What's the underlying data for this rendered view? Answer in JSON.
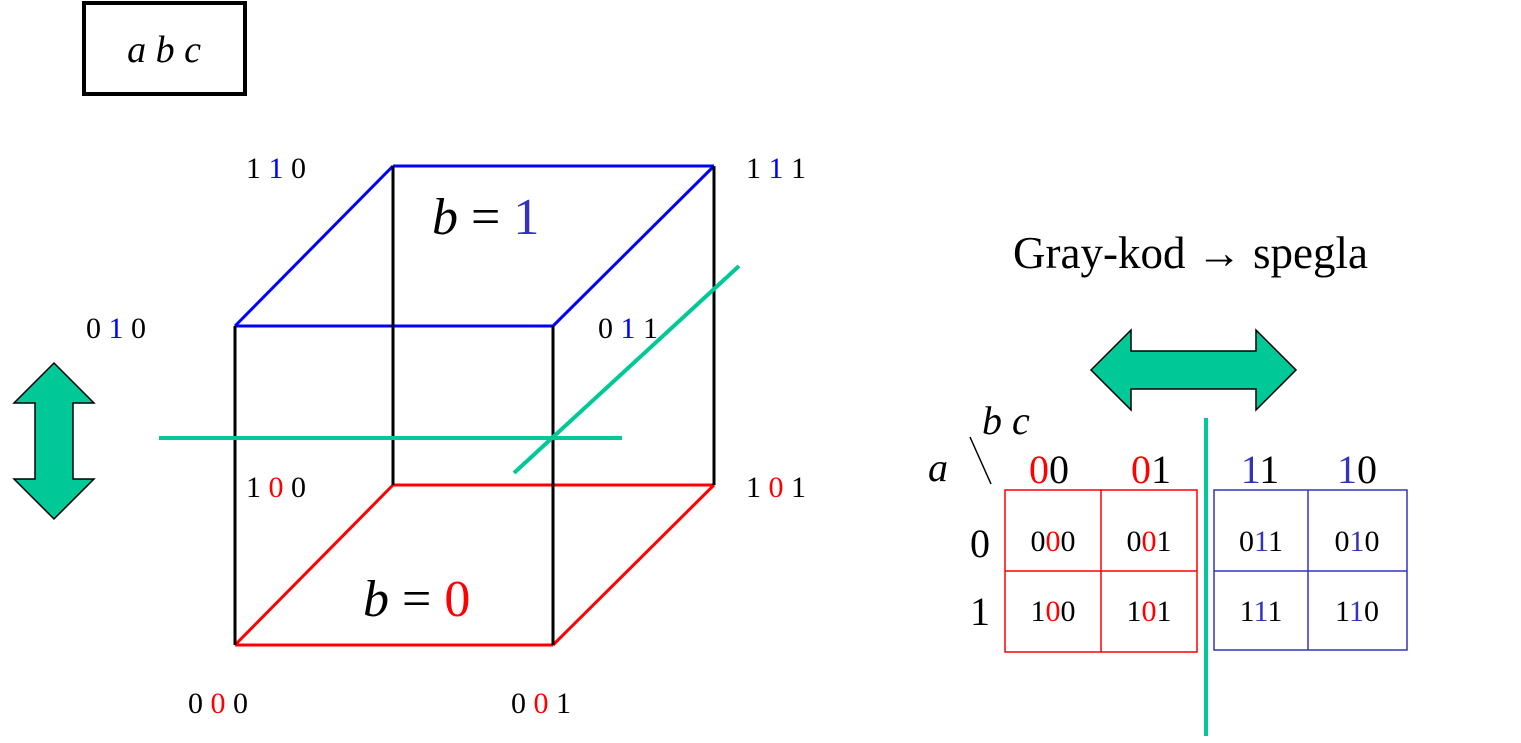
{
  "colors": {
    "red": "#ff0000",
    "blue": "#3333bb",
    "teal": "#00c896",
    "black": "#000000"
  },
  "box_label": {
    "a": "a",
    "b": "b",
    "c": "c"
  },
  "cube": {
    "face_top": {
      "var": "b",
      "eq": "=",
      "val": "1"
    },
    "face_bottom": {
      "var": "b",
      "eq": "=",
      "val": "0"
    },
    "vertices": [
      {
        "id": "110",
        "digits": [
          "1",
          "1",
          "0"
        ]
      },
      {
        "id": "111",
        "digits": [
          "1",
          "1",
          "1"
        ]
      },
      {
        "id": "010",
        "digits": [
          "0",
          "1",
          "0"
        ]
      },
      {
        "id": "011",
        "digits": [
          "0",
          "1",
          "1"
        ]
      },
      {
        "id": "100",
        "digits": [
          "1",
          "0",
          "0"
        ]
      },
      {
        "id": "101",
        "digits": [
          "1",
          "0",
          "1"
        ]
      },
      {
        "id": "000",
        "digits": [
          "0",
          "0",
          "0"
        ]
      },
      {
        "id": "001",
        "digits": [
          "0",
          "0",
          "1"
        ]
      }
    ]
  },
  "gray": {
    "title": "Gray-kod",
    "arrow": "→",
    "action": "spegla"
  },
  "kmap": {
    "row_var": "a",
    "col_vars": "b c",
    "col_headers": [
      {
        "b": "0",
        "c": "0"
      },
      {
        "b": "0",
        "c": "1"
      },
      {
        "b": "1",
        "c": "1"
      },
      {
        "b": "1",
        "c": "0"
      }
    ],
    "row_headers": [
      "0",
      "1"
    ],
    "cells": [
      [
        {
          "a": "0",
          "b": "0",
          "c": "0"
        },
        {
          "a": "0",
          "b": "0",
          "c": "1"
        },
        {
          "a": "0",
          "b": "1",
          "c": "1"
        },
        {
          "a": "0",
          "b": "1",
          "c": "0"
        }
      ],
      [
        {
          "a": "1",
          "b": "0",
          "c": "0"
        },
        {
          "a": "1",
          "b": "0",
          "c": "1"
        },
        {
          "a": "1",
          "b": "1",
          "c": "1"
        },
        {
          "a": "1",
          "b": "1",
          "c": "0"
        }
      ]
    ]
  }
}
